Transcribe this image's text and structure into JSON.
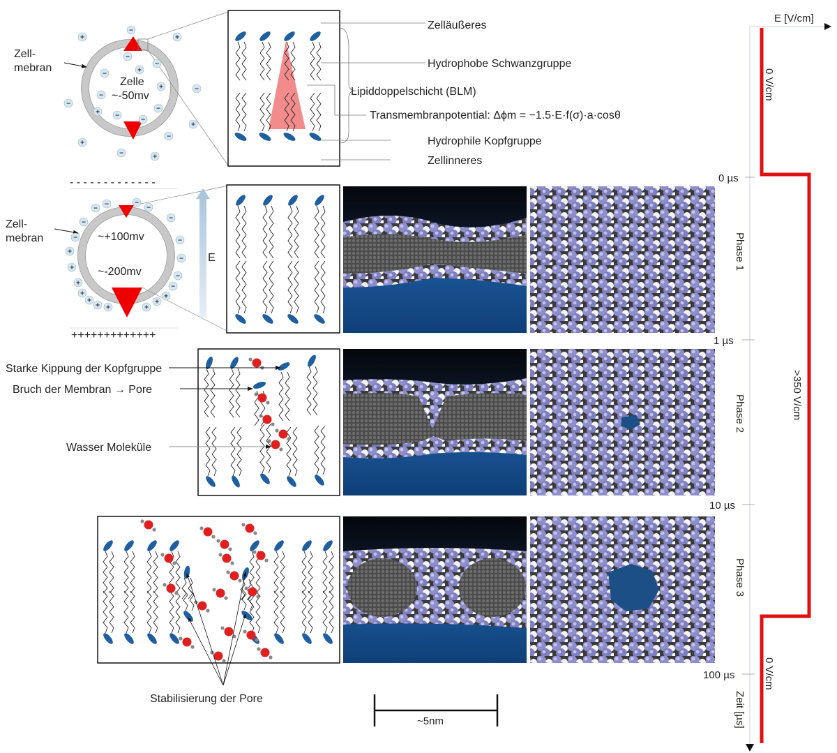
{
  "top_cell": {
    "membrane_label_1": "Zell-",
    "membrane_label_2": "mebran",
    "cell_label": "Zelle",
    "potential": "~-50mv"
  },
  "top_labels": {
    "outside": "Zelläußeres",
    "tail": "Hydrophobe Schwanzgruppe",
    "bilayer": "Lipiddoppelschicht (BLM)",
    "transmembrane": "Transmembranpotential: Δϕm = −1.5·E·f(σ)·a·cosθ",
    "head": "Hydrophile Kopfgruppe",
    "inside": "Zellinneres"
  },
  "field_cell": {
    "membrane_label_1": "Zell-",
    "membrane_label_2": "mebran",
    "potential_top": "~+100mv",
    "potential_bottom": "~-200mv",
    "field_label": "E",
    "top_charges": "- - - - - - - - - - - - -",
    "bottom_charges": "+++++++++++++"
  },
  "ions": {
    "plus": "+",
    "minus": "−"
  },
  "phase2_labels": {
    "tilt": "Starke Kippung der Kopfgruppe",
    "rupture": "Bruch der Membran → Pore",
    "water": "Wasser Moleküle"
  },
  "phase3_labels": {
    "stabilization": "Stabilisierung der Pore"
  },
  "scale_bar": {
    "label": "~5nm"
  },
  "timeline": {
    "e_axis_label": "E [V/cm]",
    "time_axis_label": "Zeit [µs]",
    "ticks": [
      "0 µs",
      "1 µs",
      "10 µs",
      "100 µs"
    ],
    "phases": [
      "Phase 1",
      "Phase 2",
      "Phase 3"
    ],
    "field_before": "0 V/cm",
    "field_pulse": ">350 V/cm",
    "field_after": "0 V/cm",
    "pulse_color": "#e01010"
  },
  "colors": {
    "lipid_head": "#1f5f9f",
    "water_oxygen": "#e02020",
    "membrane_ring": "#c8c8c8",
    "md_sphere": "#8c8cc8",
    "md_water": "#1c5a9a"
  }
}
